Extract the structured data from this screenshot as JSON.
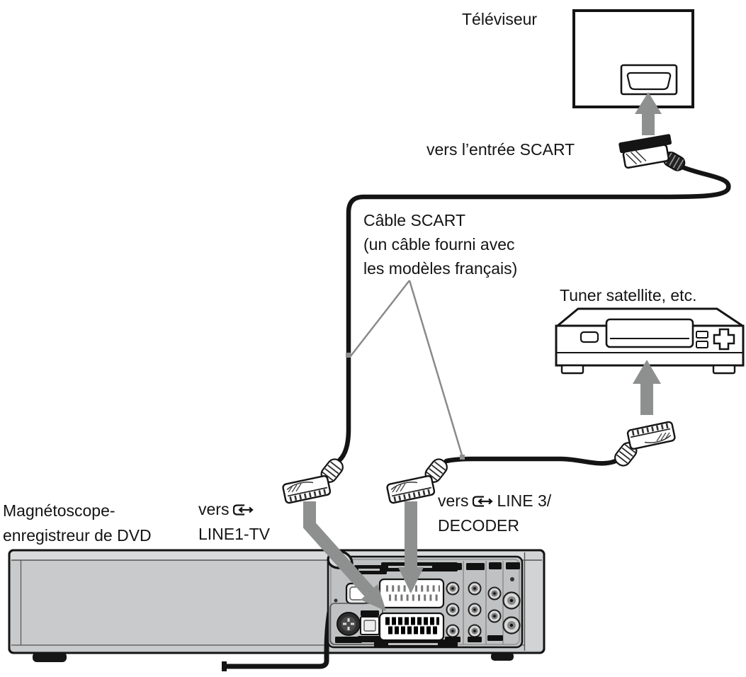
{
  "diagram": {
    "title_labels": {
      "tv": "Téléviseur",
      "tv_port_caption": "vers l’entrée SCART",
      "cable_note_line1": "Câble SCART",
      "cable_note_line2": "(un câble fourni avec",
      "cable_note_line3": "les modèles français)",
      "tuner": "Tuner satellite, etc.",
      "recorder_line1": "Magnétoscope-",
      "recorder_line2": "enregistreur de DVD",
      "line1_caption_prefix": "vers",
      "line1_caption_port": "LINE1-TV",
      "line3_caption_prefix": "vers",
      "line3_caption_port1": "LINE 3/",
      "line3_caption_port2": "DECODER"
    },
    "icons": {
      "scart_io_icon": "rounded-socket-with-bidirectional-arrow",
      "up_arrow_icon": "solid-gray-insertion-arrow",
      "scart_plug_icon": "scart-cable-plug",
      "power_cord_loop_icon": "power-cord-curl"
    },
    "colors": {
      "background": "#ffffff",
      "line_art": "#141414",
      "insertion_arrow_gray": "#8e9090",
      "pointer_line_gray": "#8a8a8a",
      "recorder_body_gray": "#c8cacb",
      "rear_panel_gray": "#bfc1c2"
    }
  }
}
